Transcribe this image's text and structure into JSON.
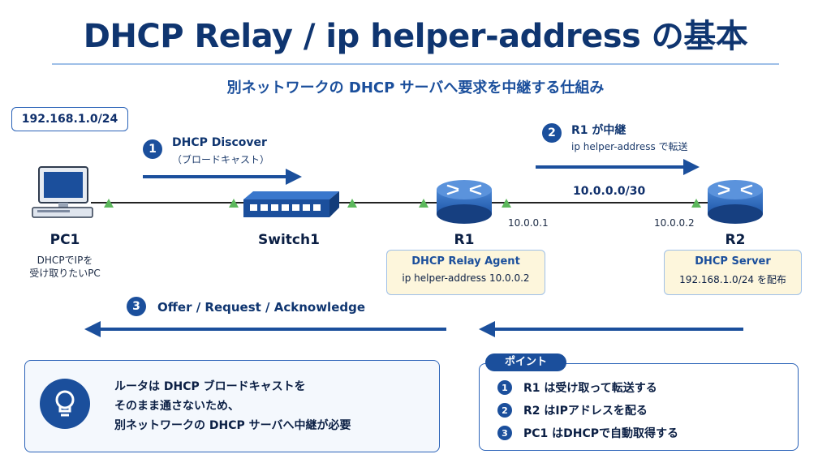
{
  "title": "DHCP Relay / ip helper-address の基本",
  "subtitle": "別ネットワークの DHCP サーバへ要求を中継する仕組み",
  "network_left": "192.168.1.0/24",
  "network_link": "10.0.0.0/30",
  "nodes": {
    "pc1": {
      "label": "PC1",
      "desc_line1": "DHCPでIPを",
      "desc_line2": "受け取りたいPC"
    },
    "switch1": {
      "label": "Switch1"
    },
    "r1": {
      "label": "R1",
      "ip": "10.0.0.1",
      "role": "DHCP Relay Agent",
      "role_detail": "ip helper-address 10.0.0.2"
    },
    "r2": {
      "label": "R2",
      "ip": "10.0.0.2",
      "role": "DHCP Server",
      "role_detail": "192.168.1.0/24 を配布"
    }
  },
  "steps": [
    {
      "num": "1",
      "title": "DHCP Discover",
      "sub": "（ブロードキャスト）"
    },
    {
      "num": "2",
      "title": "R1 が中継",
      "sub": "ip helper-address で転送"
    },
    {
      "num": "3",
      "title": "Offer / Request / Acknowledge",
      "sub": ""
    }
  ],
  "note": {
    "icon": "lightbulb-icon",
    "lines": [
      "ルータは DHCP ブロードキャストを",
      "そのまま通さないため、",
      "別ネットワークの DHCP サーバへ中継が必要"
    ]
  },
  "points": {
    "label": "ポイント",
    "items": [
      {
        "num": "1",
        "text": "R1 は受け取って転送する"
      },
      {
        "num": "2",
        "text": "R2 はIPアドレスを配る"
      },
      {
        "num": "3",
        "text": "PC1 はDHCPで自動取得する"
      }
    ]
  },
  "colors": {
    "primary": "#1b4f9c",
    "accent_green": "#5cb85c",
    "role_fill": "#fdf6dc"
  }
}
